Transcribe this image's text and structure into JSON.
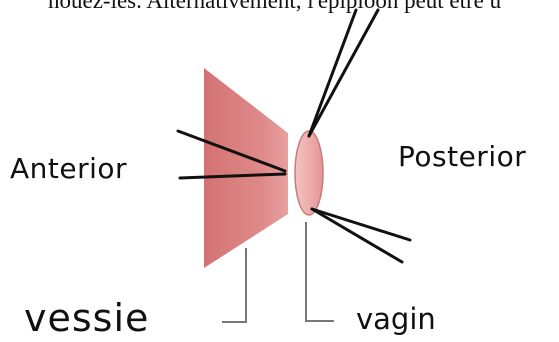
{
  "header": {
    "cropped_text": "nouez-les. Alternativement, l'épiploon peut être u"
  },
  "labels": {
    "anterior": "Anterior",
    "posterior": "Posterior",
    "vessie": "vessie",
    "vagin": "vagin"
  },
  "colors": {
    "bladder_fill": "#d98080",
    "vagina_fill": "#f2b4b4",
    "lines": "#111111",
    "leader_lines": "#777777"
  }
}
